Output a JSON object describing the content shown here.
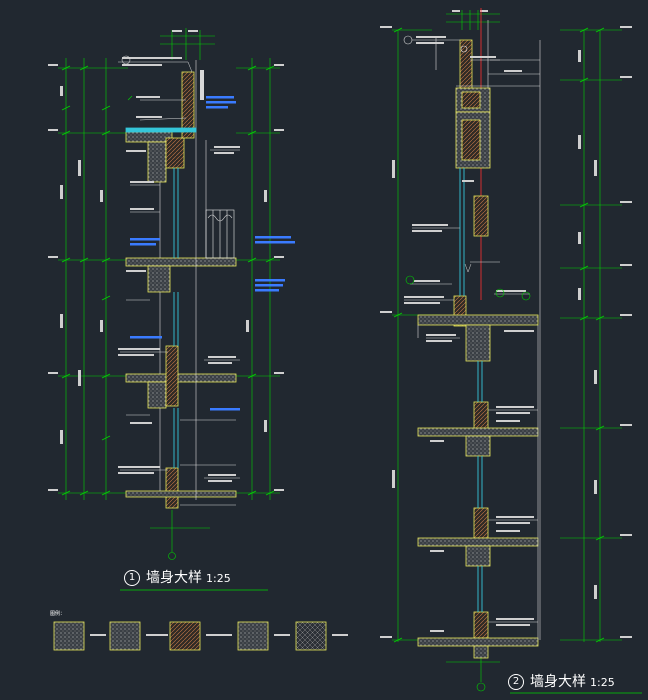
{
  "detail1": {
    "number": "1",
    "title": "墙身大样",
    "scale": "1:25"
  },
  "detail2": {
    "number": "2",
    "title": "墙身大样",
    "scale": "1:25"
  },
  "legend": {
    "title": "图例："
  },
  "colors": {
    "background": "#212830",
    "dim_line": "#00d400",
    "wall_outline": "#e8e85a",
    "glass": "#35c6d9",
    "note": "#3a7bff",
    "axis": "#ff3030",
    "hatch": "#9aa0a6",
    "text": "#ffffff"
  }
}
